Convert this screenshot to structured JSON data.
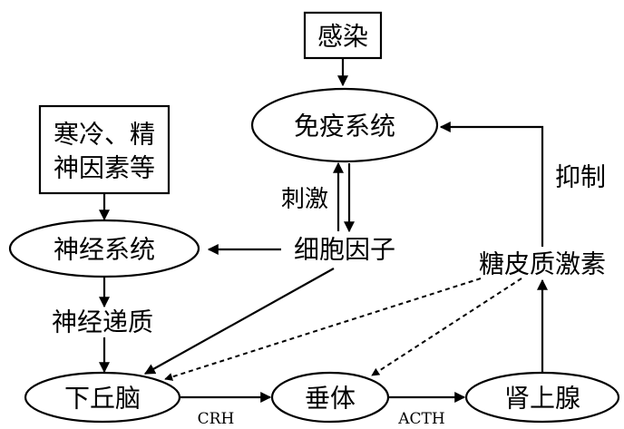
{
  "nodes": {
    "infection": "感染",
    "immune_system": "免疫系统",
    "cold_stress_line1": "寒冷、精",
    "cold_stress_line2": "神因素等",
    "nervous_system": "神经系统",
    "cytokines": "细胞因子",
    "neurotransmitter": "神经递质",
    "hypothalamus": "下丘脑",
    "pituitary": "垂体",
    "adrenal_gland": "肾上腺",
    "glucocorticoid": "糖皮质激素"
  },
  "edge_labels": {
    "stimulate": "刺激",
    "inhibit": "抑制",
    "crh": "CRH",
    "acth": "ACTH"
  }
}
